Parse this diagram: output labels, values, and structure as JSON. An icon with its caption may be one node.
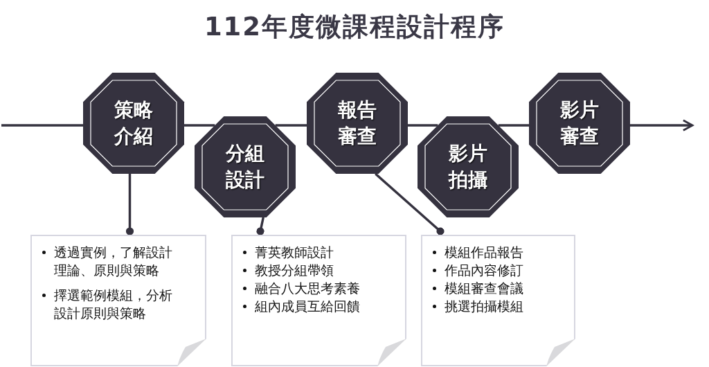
{
  "diagram": {
    "title": "112年度微課程設計程序",
    "nodes": [
      {
        "text": [
          "策略介紹"
        ]
      },
      {
        "text": [
          "分組設計"
        ]
      },
      {
        "text": [
          "報告審查"
        ]
      },
      {
        "text": [
          "影片拍攝"
        ]
      },
      {
        "text": [
          "影片審查"
        ]
      },
      {
        "text": [
          "透過實例，了解設計理論、原則與策略",
          "擇選範例模組，分析設計原則與策略"
        ]
      },
      {
        "text": [
          "菁英教師設計",
          "教授分組帶領",
          "融合八大思考素養",
          "組內成員互給回饋"
        ]
      },
      {
        "text": [
          "模組作品報告",
          "作品內容修訂",
          "模組審查會議",
          "挑選拍攝模組"
        ]
      }
    ],
    "edges": [
      {
        "from": null,
        "to": 0,
        "arrow": "none"
      },
      {
        "from": 0,
        "to": 1,
        "arrow": "none"
      },
      {
        "from": 1,
        "to": 2,
        "arrow": "none"
      },
      {
        "from": 2,
        "to": 3,
        "arrow": "none"
      },
      {
        "from": 3,
        "to": 4,
        "arrow": "none"
      },
      {
        "from": 4,
        "to": null,
        "arrow": "to"
      },
      {
        "from": 0,
        "to": 5,
        "arrow": "other"
      },
      {
        "from": 1,
        "to": 6,
        "arrow": "other"
      },
      {
        "from": 2,
        "to": 7,
        "arrow": "other"
      }
    ]
  }
}
